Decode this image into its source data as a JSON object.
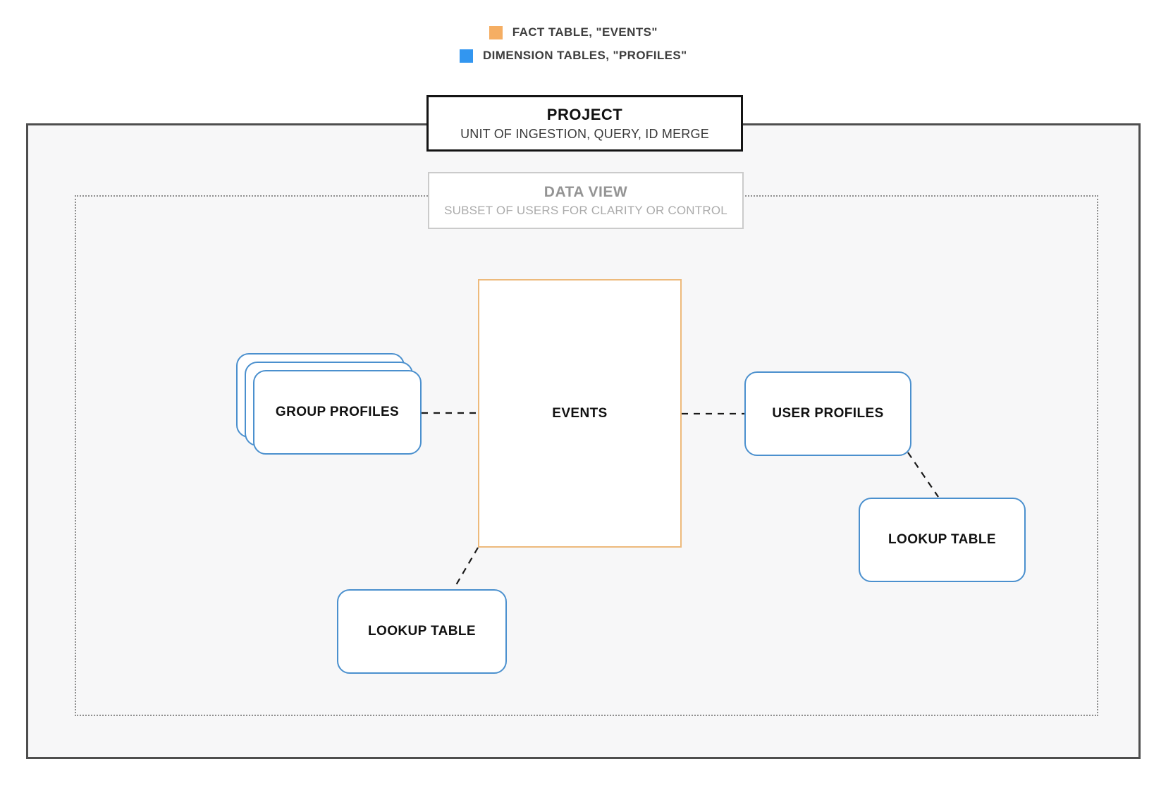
{
  "legend": {
    "items": [
      {
        "label": "FACT TABLE, \"EVENTS\"",
        "color": "#F5AE63"
      },
      {
        "label": "DIMENSION TABLES, \"PROFILES\"",
        "color": "#3296F0"
      }
    ]
  },
  "project_box": {
    "title": "PROJECT",
    "subtitle": "UNIT OF INGESTION, QUERY, ID MERGE"
  },
  "data_view_box": {
    "title": "DATA VIEW",
    "subtitle": "SUBSET OF USERS FOR CLARITY OR CONTROL"
  },
  "nodes": {
    "events": {
      "label": "EVENTS",
      "kind": "fact table"
    },
    "group_profiles": {
      "label": "GROUP PROFILES",
      "kind": "dimension table",
      "stacked": true
    },
    "user_profiles": {
      "label": "USER PROFILES",
      "kind": "dimension table"
    },
    "lookup_table_left": {
      "label": "LOOKUP TABLE",
      "kind": "dimension table"
    },
    "lookup_table_right": {
      "label": "LOOKUP TABLE",
      "kind": "dimension table"
    }
  },
  "connections": [
    {
      "from": "group_profiles",
      "to": "events",
      "style": "dashed"
    },
    {
      "from": "events",
      "to": "user_profiles",
      "style": "dashed"
    },
    {
      "from": "user_profiles",
      "to": "lookup_table_right",
      "style": "dashed"
    },
    {
      "from": "events",
      "to": "lookup_table_left",
      "style": "dashed"
    }
  ],
  "colors": {
    "fact_accent": "#F5AE63",
    "fact_border": "#EDBA7C",
    "dimension_accent": "#3296F0",
    "dimension_border": "#4B90CE",
    "connector": "#1A1A1A",
    "project_border": "#141414",
    "outer_border": "#4E4E4E",
    "dotted_border": "#8E8E8E"
  }
}
